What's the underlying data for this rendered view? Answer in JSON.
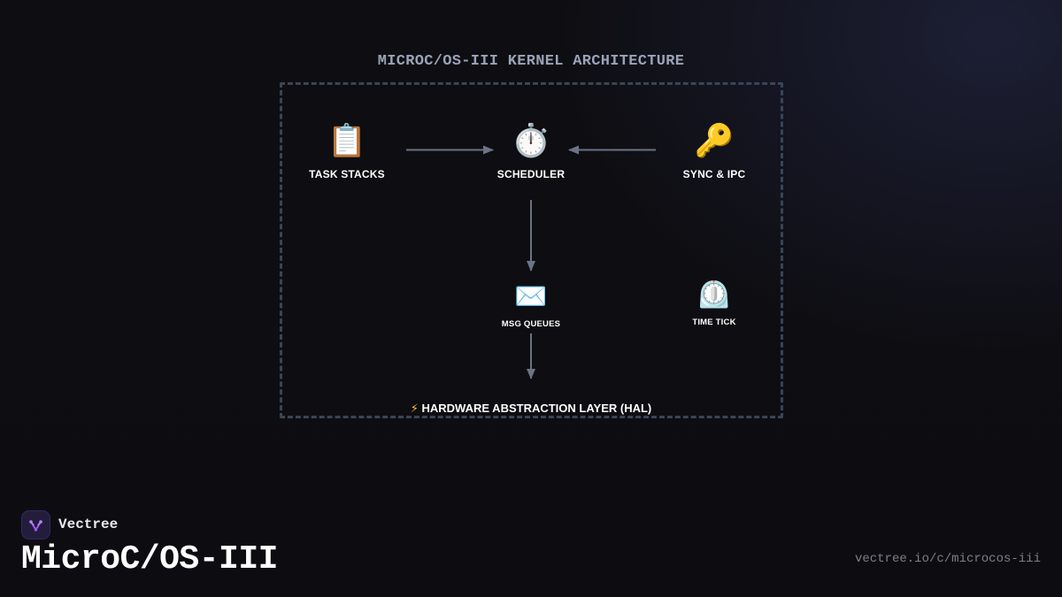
{
  "diagram": {
    "title": "MICROC/OS-III KERNEL ARCHITECTURE",
    "nodes": {
      "task_stacks": {
        "icon": "📋",
        "icon_name": "clipboard-icon",
        "label": "TASK STACKS"
      },
      "scheduler": {
        "icon": "⏱️",
        "icon_name": "stopwatch-icon",
        "label": "SCHEDULER"
      },
      "sync_ipc": {
        "icon": "🔑",
        "icon_name": "key-icon",
        "label": "SYNC & IPC"
      },
      "msg_queues": {
        "icon": "✉️",
        "icon_name": "envelope-icon",
        "label": "MSG QUEUES"
      },
      "time_tick": {
        "icon": "⏲️",
        "icon_name": "timer-clock-icon",
        "label": "TIME TICK"
      }
    },
    "hal": {
      "icon": "⚡",
      "icon_name": "lightning-icon",
      "label": "HARDWARE ABSTRACTION LAYER (HAL)"
    },
    "edges": [
      {
        "from": "TASK STACKS",
        "to": "SCHEDULER"
      },
      {
        "from": "SYNC & IPC",
        "to": "SCHEDULER"
      },
      {
        "from": "SCHEDULER",
        "to": "MSG QUEUES"
      },
      {
        "from": "MSG QUEUES",
        "to": "HARDWARE ABSTRACTION LAYER (HAL)"
      }
    ]
  },
  "branding": {
    "name": "Vectree",
    "title": "MicroC/OS-III",
    "url": "vectree.io/c/microcos-iii",
    "accent": "#a855f7"
  },
  "colors": {
    "background": "#0e0e12",
    "frame": "#3a4457",
    "arrow": "#6b7385",
    "title": "#9aa3b8"
  }
}
